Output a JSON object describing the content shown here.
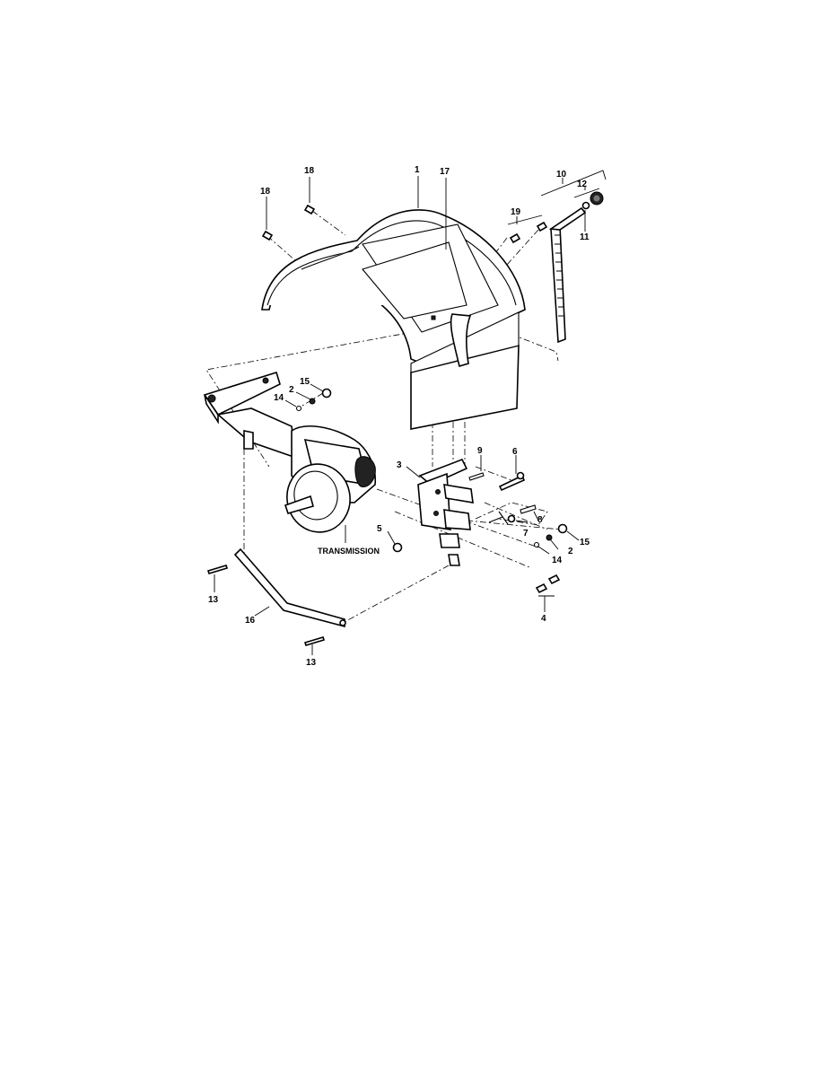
{
  "figure": {
    "callouts": {
      "c1": "1",
      "c2a": "2",
      "c2b": "2",
      "c3": "3",
      "c4": "4",
      "c5": "5",
      "c6": "6",
      "c7": "7",
      "c8": "8",
      "c9": "9",
      "c10": "10",
      "c11": "11",
      "c12": "12",
      "c13a": "13",
      "c13b": "13",
      "c14a": "14",
      "c14b": "14",
      "c15a": "15",
      "c15b": "15",
      "c16": "16",
      "c17": "17",
      "c18a": "18",
      "c18b": "18",
      "c19": "19"
    },
    "transmission_label": "TRANSMISSION"
  }
}
